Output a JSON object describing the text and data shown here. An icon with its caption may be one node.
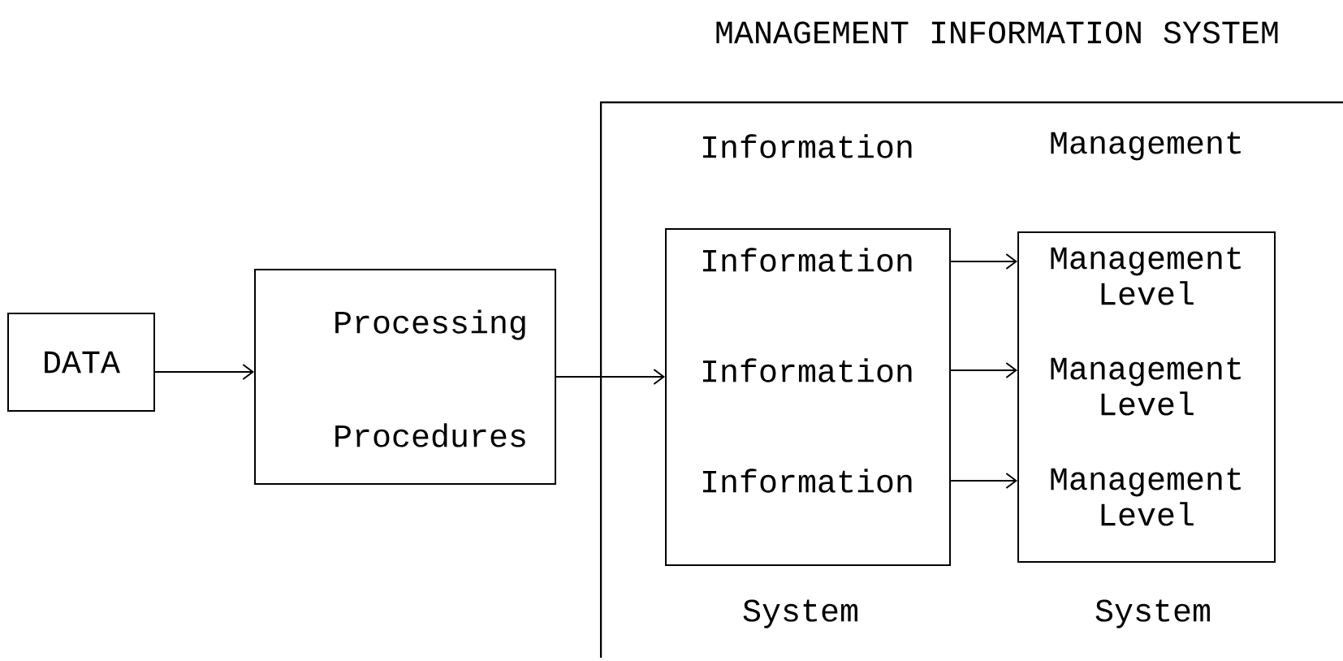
{
  "diagram": {
    "title": "MANAGEMENT INFORMATION SYSTEM",
    "nodes": [
      {
        "text": [
          "DATA"
        ]
      },
      {
        "text": [
          "Processing",
          "Procedures"
        ]
      },
      {
        "text": [
          "Information",
          "Information",
          "Information",
          "Information",
          "System"
        ]
      },
      {
        "text": [
          "Management",
          "Management Level",
          "Management Level",
          "Management Level",
          "System"
        ]
      }
    ],
    "edges": [
      {
        "from": 0,
        "to": 1,
        "arrow": "to"
      },
      {
        "from": 1,
        "to": 2,
        "arrow": "to"
      },
      {
        "from": 2,
        "to": 3,
        "arrow": "to"
      },
      {
        "from": 2,
        "to": 3,
        "arrow": "to"
      },
      {
        "from": 2,
        "to": 3,
        "arrow": "to"
      }
    ]
  }
}
